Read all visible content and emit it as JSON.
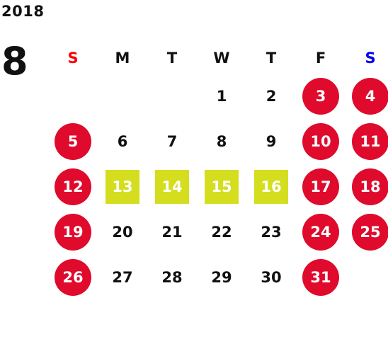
{
  "year": "2018",
  "month": "8",
  "colors": {
    "holiday": "#df0a2c",
    "highlight": "#d4de1e",
    "sunday_label": "#ff0000",
    "saturday_label": "#0000ee",
    "text": "#111111"
  },
  "weekdays": [
    "S",
    "M",
    "T",
    "W",
    "T",
    "F",
    "S"
  ],
  "weeks": [
    [
      {
        "d": ""
      },
      {
        "d": ""
      },
      {
        "d": ""
      },
      {
        "d": "1"
      },
      {
        "d": "2"
      },
      {
        "d": "3",
        "s": "red"
      },
      {
        "d": "4",
        "s": "red"
      }
    ],
    [
      {
        "d": "5",
        "s": "red"
      },
      {
        "d": "6"
      },
      {
        "d": "7"
      },
      {
        "d": "8"
      },
      {
        "d": "9"
      },
      {
        "d": "10",
        "s": "red"
      },
      {
        "d": "11",
        "s": "red"
      }
    ],
    [
      {
        "d": "12",
        "s": "red"
      },
      {
        "d": "13",
        "s": "hl"
      },
      {
        "d": "14",
        "s": "hl"
      },
      {
        "d": "15",
        "s": "hl"
      },
      {
        "d": "16",
        "s": "hl"
      },
      {
        "d": "17",
        "s": "red"
      },
      {
        "d": "18",
        "s": "red"
      }
    ],
    [
      {
        "d": "19",
        "s": "red"
      },
      {
        "d": "20"
      },
      {
        "d": "21"
      },
      {
        "d": "22"
      },
      {
        "d": "23"
      },
      {
        "d": "24",
        "s": "red"
      },
      {
        "d": "25",
        "s": "red"
      }
    ],
    [
      {
        "d": "26",
        "s": "red"
      },
      {
        "d": "27"
      },
      {
        "d": "28"
      },
      {
        "d": "29"
      },
      {
        "d": "30"
      },
      {
        "d": "31",
        "s": "red"
      },
      {
        "d": ""
      }
    ]
  ]
}
